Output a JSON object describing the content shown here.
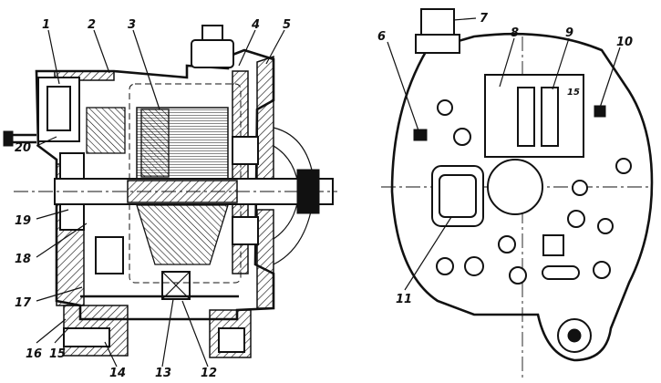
{
  "left_view": {
    "callouts": [
      "1",
      "2",
      "3",
      "4",
      "5",
      "20",
      "19",
      "18",
      "17",
      "16",
      "15",
      "14",
      "13",
      "12"
    ]
  },
  "right_view": {
    "callouts": [
      "6",
      "7",
      "8",
      "9",
      "10",
      "11"
    ],
    "inner_label": "15"
  }
}
